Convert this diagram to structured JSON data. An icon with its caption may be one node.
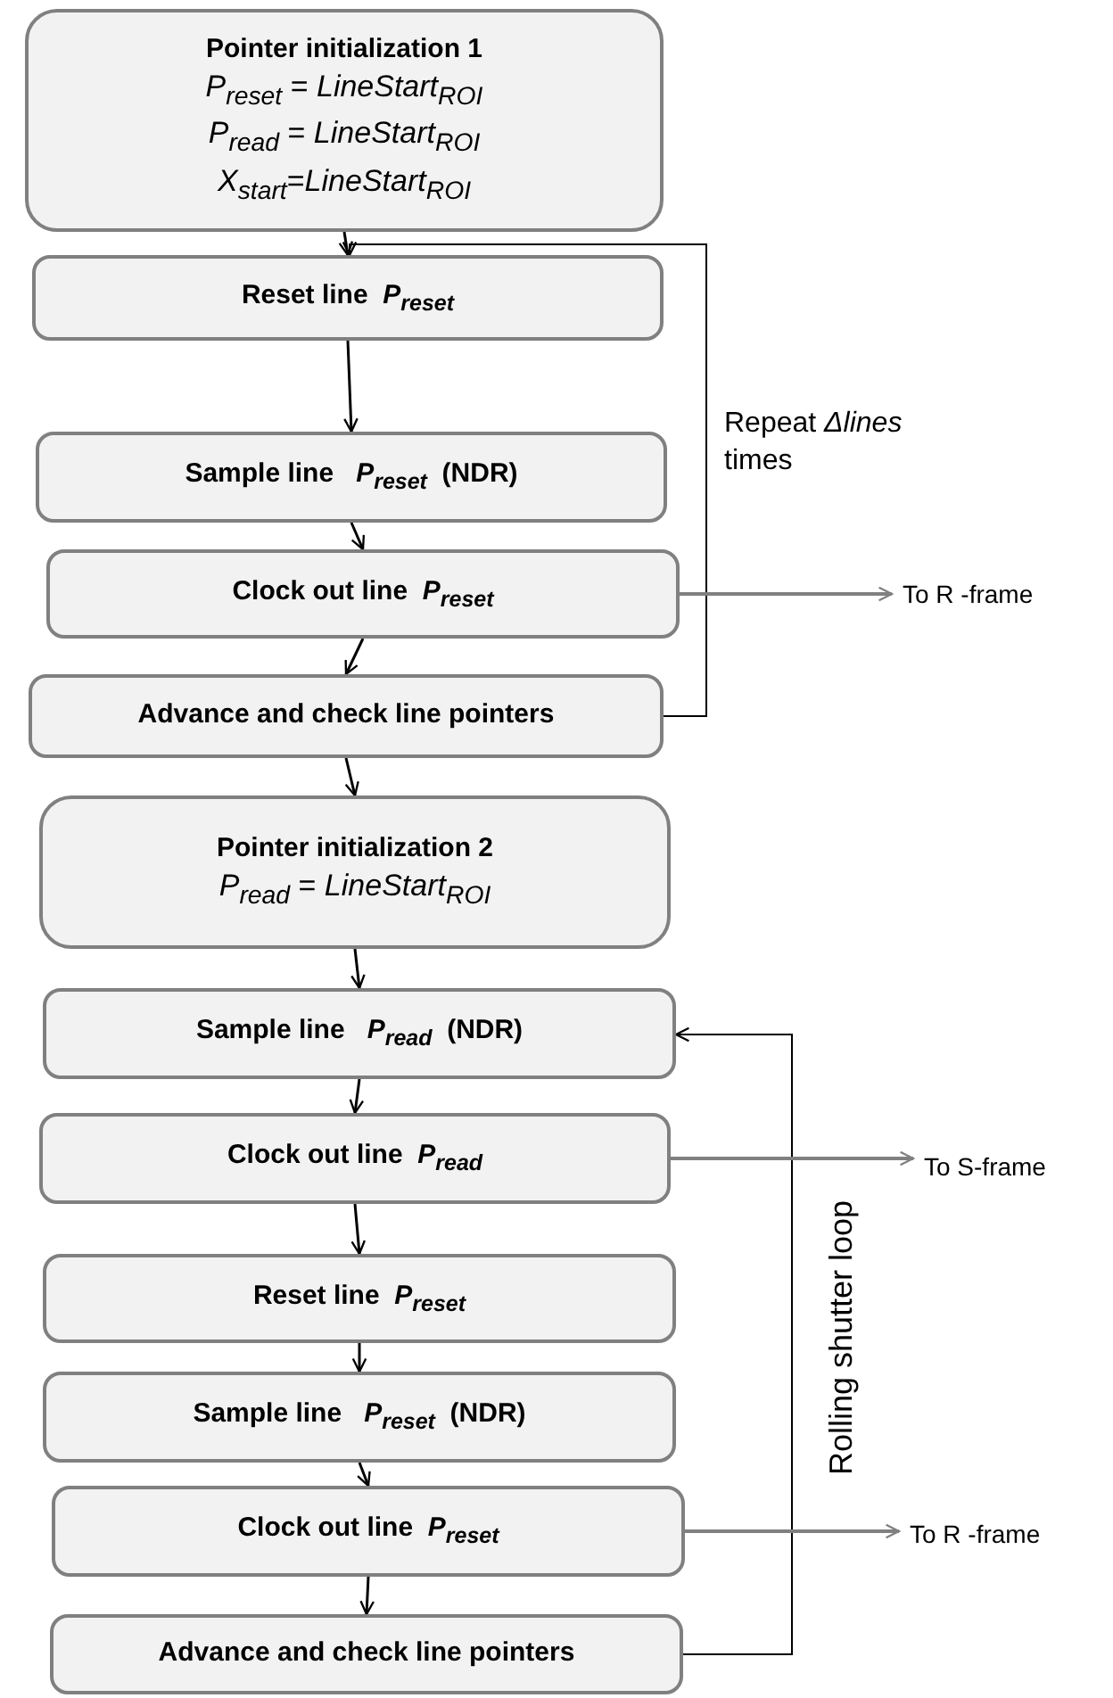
{
  "diagram": {
    "nodes": [
      {
        "text": [
          "Pointer initialization 1",
          "*P$_{reset}$* = *LineStart$_{ROI}$*",
          "*P$_{read}$* = *LineStart$_{ROI}$*",
          "*X$_{start}$*=*LineStart$_{ROI}$*"
        ]
      },
      {
        "text": [
          "Reset line  *P$_{reset}$*"
        ]
      },
      {
        "text": [
          "Sample line   *P$_{reset}$*  (NDR)"
        ]
      },
      {
        "text": [
          "Clock out line  *P$_{reset}$*"
        ]
      },
      {
        "text": [
          "Advance and check line pointers"
        ]
      },
      {
        "text": [
          "Pointer initialization 2",
          "*P$_{read}$* = *LineStart$_{ROI}$*"
        ]
      },
      {
        "text": [
          "Sample line   *P$_{read}$*  (NDR)"
        ]
      },
      {
        "text": [
          "Clock out line  *P$_{read}$*"
        ]
      },
      {
        "text": [
          "Reset line  *P$_{reset}$*"
        ]
      },
      {
        "text": [
          "Sample line   *P$_{reset}$*  (NDR)"
        ]
      },
      {
        "text": [
          "Clock out line  *P$_{reset}$*"
        ]
      },
      {
        "text": [
          "Advance and check line pointers"
        ]
      },
      {
        "text": [
          "To R -frame"
        ]
      },
      {
        "text": [
          "To S-frame"
        ]
      },
      {
        "text": [
          "To R -frame"
        ]
      }
    ],
    "edges": [
      {
        "from": 0,
        "to": 1,
        "arrow": "to"
      },
      {
        "from": 1,
        "to": 2,
        "arrow": "to"
      },
      {
        "from": 2,
        "to": 3,
        "arrow": "to"
      },
      {
        "from": 3,
        "to": 4,
        "arrow": "to"
      },
      {
        "from": 4,
        "to": 1,
        "arrow": "to",
        "label": "Repeat *Δlines* times"
      },
      {
        "from": 3,
        "to": 12,
        "arrow": "to",
        "color": "#808080"
      },
      {
        "from": 4,
        "to": 5,
        "arrow": "to"
      },
      {
        "from": 5,
        "to": 6,
        "arrow": "to"
      },
      {
        "from": 6,
        "to": 7,
        "arrow": "to"
      },
      {
        "from": 7,
        "to": 8,
        "arrow": "to"
      },
      {
        "from": 8,
        "to": 9,
        "arrow": "to"
      },
      {
        "from": 9,
        "to": 10,
        "arrow": "to"
      },
      {
        "from": 10,
        "to": 11,
        "arrow": "to"
      },
      {
        "from": 11,
        "to": 6,
        "arrow": "to",
        "label": "Rolling shutter loop"
      },
      {
        "from": 7,
        "to": 13,
        "arrow": "to",
        "color": "#808080"
      },
      {
        "from": 10,
        "to": 14,
        "arrow": "to",
        "color": "#808080"
      }
    ]
  }
}
